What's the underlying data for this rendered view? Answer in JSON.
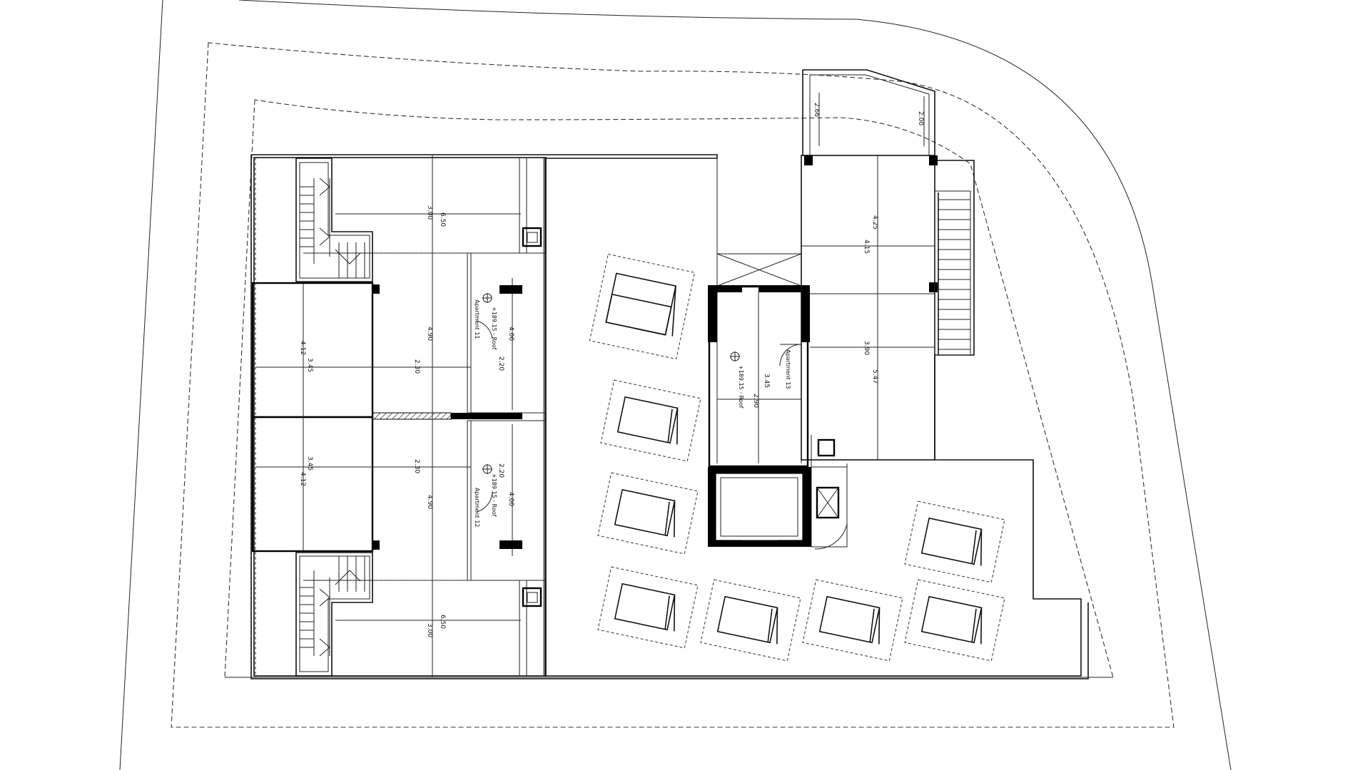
{
  "plan": {
    "dims": {
      "top_left_vertical_a": "3.00",
      "top_left_vertical_b": "6.50",
      "left_tall_a": "4.90",
      "left_mid_a": "2.30",
      "left_room_a": "4.12",
      "left_room_b": "3.45",
      "left_lower_mid": "2.30",
      "left_lower_tall": "4.90",
      "left_room_c": "4.12",
      "left_room_d": "3.45",
      "bottom_left_a": "3.00",
      "bottom_left_b": "6.50",
      "stair_a": "4.00",
      "stair_b": "2.20",
      "stair_c": "2.20",
      "stair_d": "4.00",
      "core_a": "3.45",
      "core_b": "2.90",
      "right_top_a": "4.25",
      "right_top_b": "4.15",
      "right_mid_a": "3.90",
      "right_mid_b": "5.47",
      "balcony_a": "2.66",
      "balcony_b": "2.00"
    },
    "labels": {
      "level_1": "+189.15 - Roof",
      "level_2": "+189.15 - Roof",
      "level_3": "+189.15 - Roof",
      "room_11": "Apartment 11",
      "room_12": "Apartment 12",
      "room_13": "Apartment 13"
    }
  }
}
